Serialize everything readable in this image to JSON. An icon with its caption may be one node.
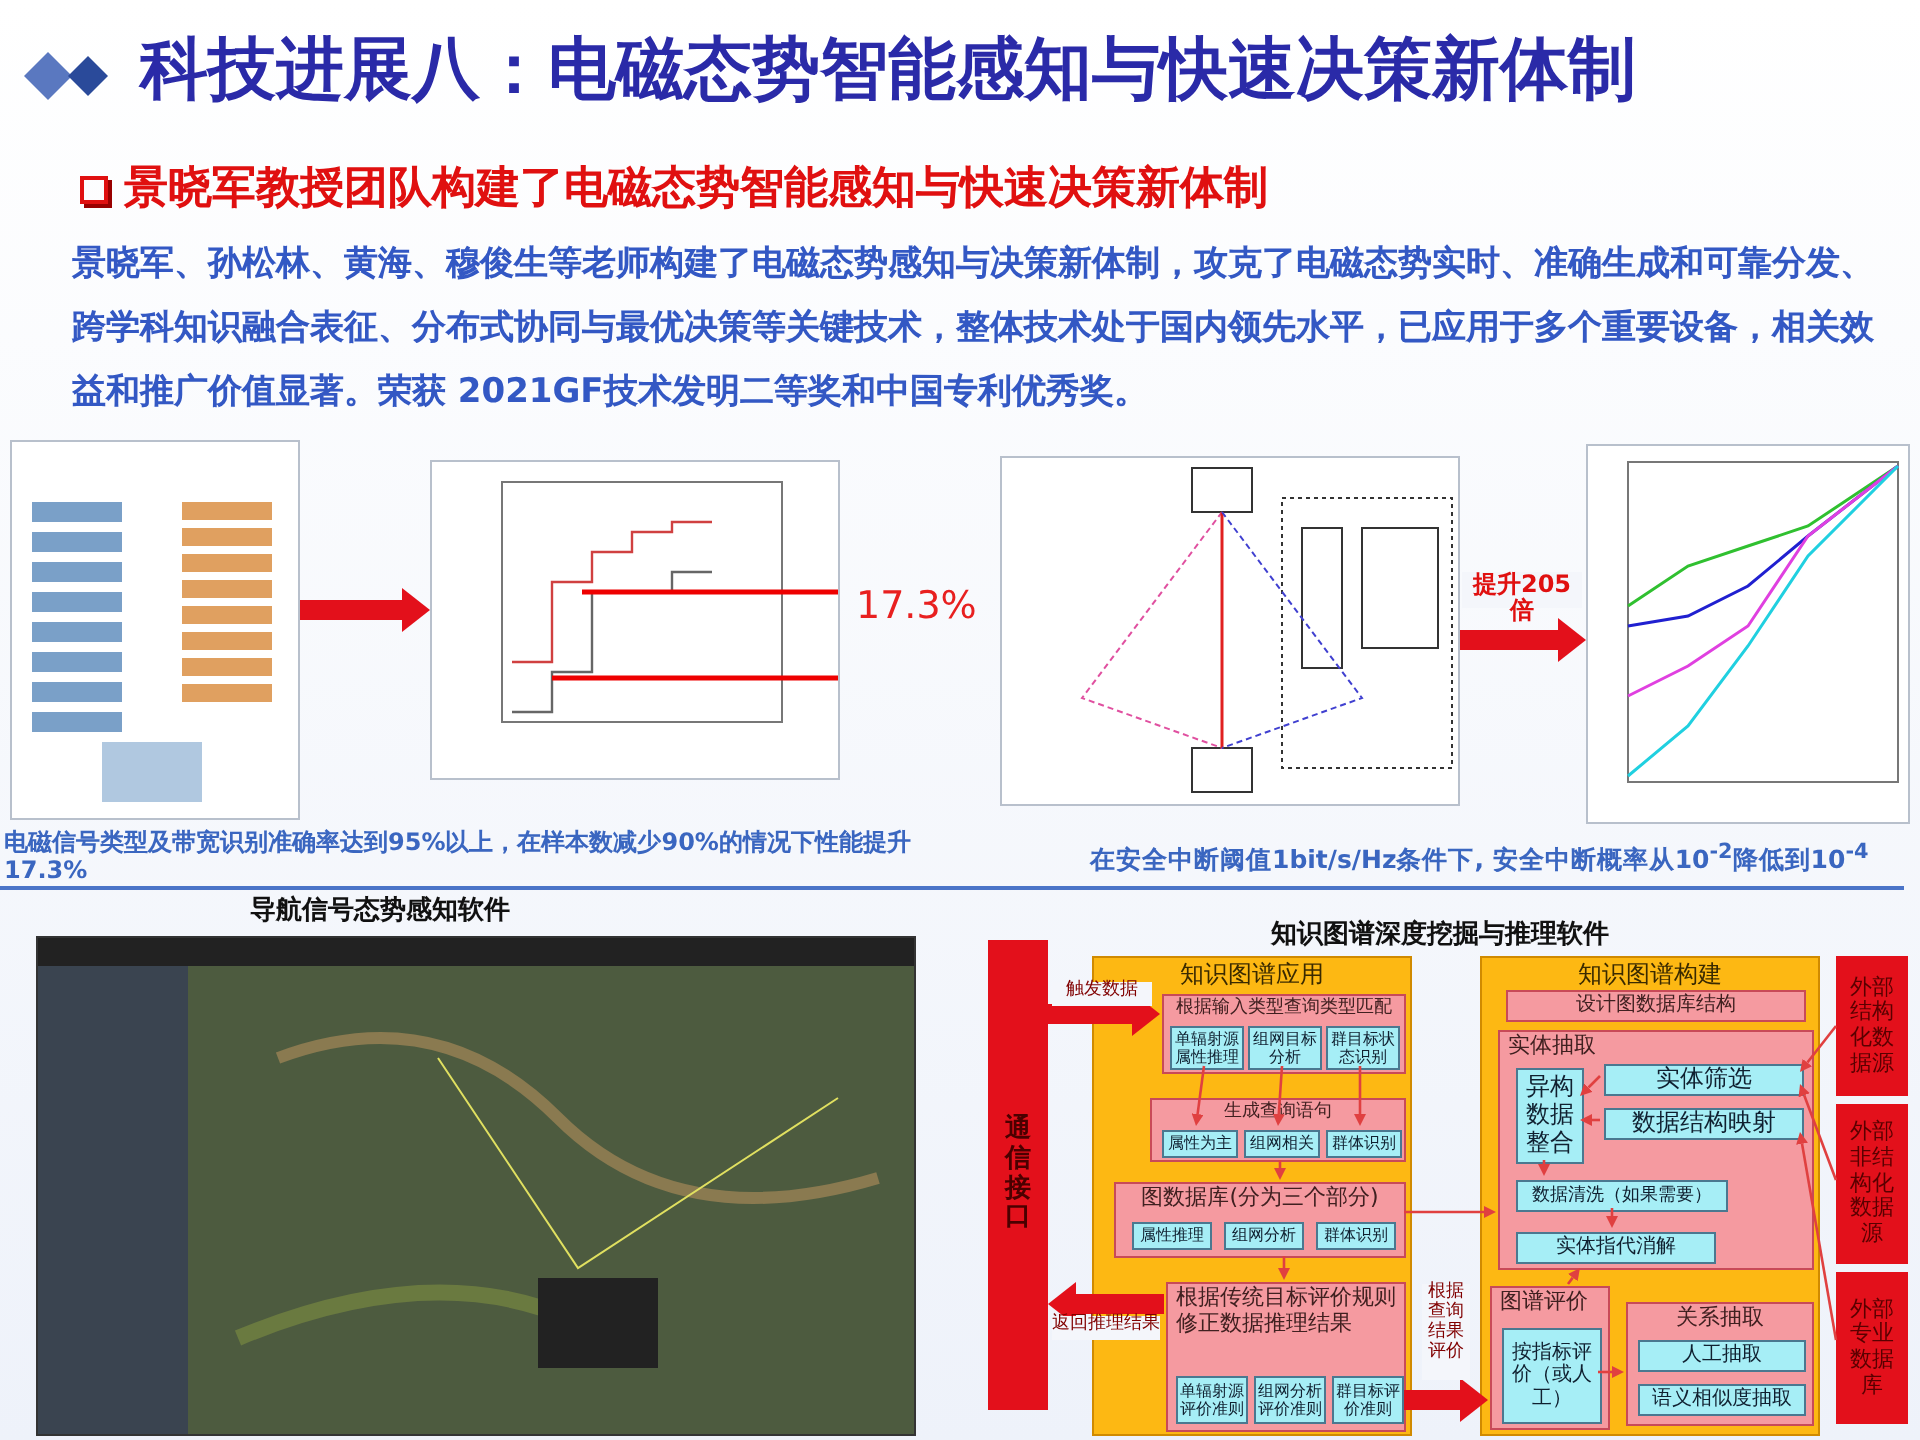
{
  "diagram": {
    "title": "科技进展八：电磁态势智能感知与快速决策新体制",
    "nodes": [
      {
        "text": [],
        "shape": "picture"
      },
      {
        "text": [],
        "shape": "picture"
      },
      {
        "text": [],
        "shape": "picture"
      },
      {
        "text": [],
        "shape": "picture"
      },
      {
        "text": [],
        "shape": "picture"
      },
      {
        "text": [
          "通信接口"
        ]
      },
      {
        "text": [
          "知识图谱应用"
        ]
      },
      {
        "text": [
          "根据输入类型查询类型匹配"
        ],
        "in": 6
      },
      {
        "text": [
          "单辐射源属性推理"
        ],
        "in": 7
      },
      {
        "text": [
          "组网目标分析"
        ],
        "in": 7
      },
      {
        "text": [
          "群目标状态识别"
        ],
        "in": 7
      },
      {
        "text": [
          "生成查询语句"
        ],
        "in": 6
      },
      {
        "text": [
          "属性为主"
        ],
        "in": 11
      },
      {
        "text": [
          "组网相关"
        ],
        "in": 11
      },
      {
        "text": [
          "群体识别"
        ],
        "in": 11
      },
      {
        "text": [
          "图数据库(分为三个部分)"
        ],
        "in": 6
      },
      {
        "text": [
          "属性推理"
        ],
        "in": 15
      },
      {
        "text": [
          "组网分析"
        ],
        "in": 15
      },
      {
        "text": [
          "群体识别"
        ],
        "in": 15
      },
      {
        "text": [
          "根据传统目标评价规则修正数据推理结果"
        ],
        "in": 6
      },
      {
        "text": [
          "单辐射源评价准则"
        ],
        "in": 19
      },
      {
        "text": [
          "组网分析评价准则"
        ],
        "in": 19
      },
      {
        "text": [
          "群目标评价准则"
        ],
        "in": 19
      },
      {
        "text": [
          "知识图谱构建"
        ]
      },
      {
        "text": [
          "设计图数据库结构"
        ],
        "in": 23
      },
      {
        "text": [
          "实体抽取"
        ],
        "in": 23
      },
      {
        "text": [
          "异构数据整合"
        ],
        "in": 25
      },
      {
        "text": [
          "实体筛选"
        ],
        "in": 25
      },
      {
        "text": [
          "数据结构映射"
        ],
        "in": 25
      },
      {
        "text": [
          "数据清洗（如果需要）"
        ],
        "in": 25
      },
      {
        "text": [
          "实体指代消解"
        ],
        "in": 25
      },
      {
        "text": [
          "图谱评价"
        ],
        "in": 23
      },
      {
        "text": [
          "按指标评价（或人工）"
        ],
        "in": 31
      },
      {
        "text": [
          "关系抽取"
        ],
        "in": 23
      },
      {
        "text": [
          "人工抽取"
        ],
        "in": 33
      },
      {
        "text": [
          "语义相似度抽取"
        ],
        "in": 33
      },
      {
        "text": [
          "外部结构化数据源"
        ]
      },
      {
        "text": [
          "外部非结构化数据源"
        ]
      },
      {
        "text": [
          "外部专业数据库"
        ]
      }
    ],
    "edges": [
      {
        "from": 0,
        "to": 1,
        "arrow": "to",
        "style": "thick"
      },
      {
        "from": 2,
        "to": 3,
        "arrow": "to",
        "style": "thick",
        "label": "提升205倍"
      },
      {
        "from": 5,
        "to": 7,
        "arrow": "to",
        "style": "thick",
        "label": "触发数据"
      },
      {
        "from": 8,
        "to": 12,
        "arrow": "to"
      },
      {
        "from": 9,
        "to": 13,
        "arrow": "to"
      },
      {
        "from": 10,
        "to": 14,
        "arrow": "to"
      },
      {
        "from": 11,
        "to": 15,
        "arrow": "to"
      },
      {
        "from": 15,
        "to": 19,
        "arrow": "to"
      },
      {
        "from": 19,
        "to": 5,
        "arrow": "to",
        "style": "thick",
        "label": "返回推理结果"
      },
      {
        "from": 15,
        "to": 25,
        "arrow": "to"
      },
      {
        "from": 19,
        "to": 31,
        "arrow": "to",
        "style": "thick",
        "label": "根据查询结果评价"
      },
      {
        "from": 27,
        "to": 26,
        "arrow": "to"
      },
      {
        "from": 28,
        "to": 26,
        "arrow": "to"
      },
      {
        "from": 26,
        "to": 29,
        "arrow": "to"
      },
      {
        "from": 29,
        "to": 30,
        "arrow": "to"
      },
      {
        "from": 31,
        "to": 25,
        "arrow": "to"
      },
      {
        "from": 32,
        "to": 33,
        "arrow": "to"
      },
      {
        "from": 36,
        "to": 27,
        "arrow": "to"
      },
      {
        "from": 37,
        "to": 27,
        "arrow": "to"
      },
      {
        "from": 38,
        "to": 28,
        "arrow": "to"
      }
    ],
    "labels": [
      "景晓军教授团队构建了电磁态势智能感知与快速决策新体制",
      "景晓军、孙松林、黄海、穆俊生等老师构建了电磁态势感知与决策新体制，攻克了电磁态势实时、准确生成和可靠分发、跨学科知识融合表征、分布式协同与最优决策等关键技术，整体技术处于国内领先水平，已应用于多个重要设备，相关效益和推广价值显著。荣获 2021GF技术发明二等奖和中国专利优秀奖。",
      "17.3%",
      "电磁信号类型及带宽识别准确率达到95%以上，在样本数减少90%的情况下性能提升17.3%",
      "在安全中断阈值1bit/s/Hz条件下, 安全中断概率从10$^{-2}$降低到10$^{-4}$",
      "导航信号态势感知软件",
      "知识图谱深度挖掘与推理软件"
    ]
  }
}
